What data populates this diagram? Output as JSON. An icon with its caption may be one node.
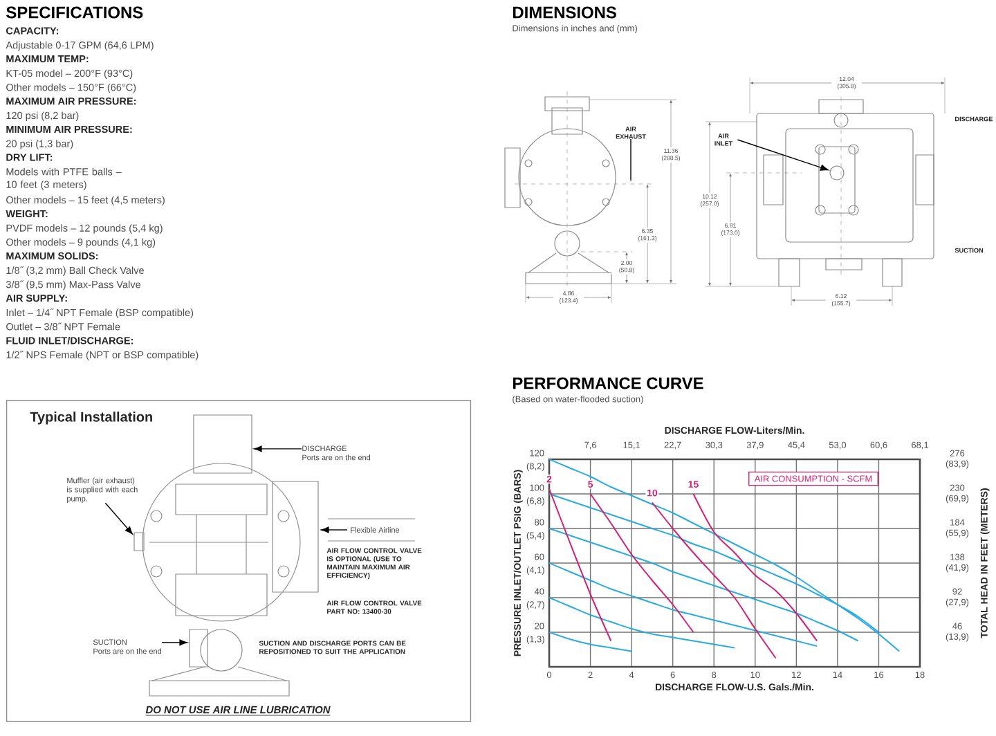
{
  "diagram": {
    "nodes": [
      {
        "text": [
          "Typical Installation"
        ]
      },
      {
        "text": [
          "DISCHARGE",
          "Ports are on the end"
        ],
        "in": 0
      },
      {
        "text": [],
        "shape": "box",
        "in": 0
      },
      {
        "text": [
          "Muffler (air exhaust) is supplied with each pump."
        ],
        "in": 0
      },
      {
        "text": [],
        "shape": "box",
        "in": 0
      },
      {
        "text": [
          "Flexible Airline"
        ],
        "in": 0
      },
      {
        "text": [],
        "shape": "box",
        "in": 0
      },
      {
        "text": [
          "SUCTION",
          "Ports are on the end"
        ],
        "in": 0
      },
      {
        "text": [],
        "shape": "box",
        "in": 0
      },
      {
        "text": [
          "AIR EXHAUST"
        ]
      },
      {
        "text": [
          "AIR INLET"
        ]
      },
      {
        "text": [],
        "shape": "circle"
      }
    ],
    "edges": [
      {
        "from": 1,
        "to": 2,
        "arrow": "to"
      },
      {
        "from": 3,
        "to": 4,
        "arrow": "to"
      },
      {
        "from": 5,
        "to": 6,
        "arrow": "to"
      },
      {
        "from": 7,
        "to": 8,
        "arrow": "to"
      },
      {
        "from": 9,
        "to": null,
        "arrow": "none"
      },
      {
        "from": 10,
        "to": 11,
        "arrow": "to"
      }
    ],
    "labels": [
      "SPECIFICATIONS",
      "CAPACITY:",
      "Adjustable 0-17 GPM (64,6 LPM)",
      "MAXIMUM TEMP:",
      "KT-05 model – 200°F (93°C)",
      "Other models – 150°F (66°C)",
      "MAXIMUM AIR PRESSURE:",
      "120 psi (8,2 bar)",
      "MINIMUM AIR PRESSURE:",
      "20 psi (1,3 bar)",
      "DRY LIFT:",
      "Models with PTFE balls – 10 feet (3 meters)",
      "Other models – 15 feet (4,5 meters)",
      "WEIGHT:",
      "PVDF models – 12 pounds (5,4 kg)",
      "Other models – 9 pounds (4,1 kg)",
      "MAXIMUM SOLIDS:",
      "1/8˝ (3,2 mm) Ball Check Valve",
      "3/8˝ (9,5 mm) Max-Pass Valve",
      "AIR SUPPLY:",
      "Inlet – 1/4˝ NPT Female (BSP compatible)",
      "Outlet – 3/8˝ NPT Female",
      "FLUID INLET/DISCHARGE:",
      "1/2˝ NPS Female (NPT or BSP compatible)",
      "DIMENSIONS",
      "Dimensions in inches and (mm)",
      "12.04 (305.8)",
      "11.36 (288.5)",
      "6.35 (161.3)",
      "2.00 (50.8)",
      "4.86 (123.4)",
      "10.12 (257.0)",
      "6.81 (173.0)",
      "6.12 (155.7)",
      "DISCHARGE",
      "SUCTION",
      "PERFORMANCE CURVE",
      "(Based on water-flooded suction)",
      "DISCHARGE FLOW-Liters/Min.",
      "7,6",
      "15,1",
      "22,7",
      "30,3",
      "37,9",
      "45,4",
      "53,0",
      "60,6",
      "68,1",
      "TOTAL HEAD IN FEET (METERS)",
      "276 (83,9)",
      "230 (69,9)",
      "184 (55,9)",
      "138 (41,9)",
      "92 (27,9)",
      "46 (13,9)",
      "AIR CONSUMPTION - SCFM",
      "AIR FLOW CONTROL VALVE IS OPTIONAL (USE TO MAINTAIN MAXIMUM AIR EFFICIENCY)",
      "AIR FLOW CONTROL VALVE PART NO: 13400-30",
      "SUCTION AND DISCHARGE PORTS CAN BE REPOSITIONED TO SUIT THE APPLICATION",
      "DO NOT USE AIR LINE LUBRICATION",
      "(8,2)",
      "(6,8)",
      "(5,4)",
      "(4,1)",
      "(2,7)",
      "(1,3)"
    ],
    "chart_data": {
      "type": "line",
      "xlabel": "DISCHARGE FLOW-U.S. Gals./Min.",
      "ylabel": "PRESSURE INLET/OUTLET PSIG (BARS)",
      "x": [
        0,
        1,
        2,
        3,
        4,
        5,
        6,
        7,
        8,
        9,
        10,
        11,
        12,
        13,
        14,
        15,
        16,
        17
      ],
      "series": [
        {
          "color": "#29abe2",
          "values": [
            120,
            115,
            110,
            104,
            99,
            94,
            89,
            83,
            77,
            71,
            65,
            59,
            52,
            44,
            36,
            28,
            19,
            9
          ]
        },
        {
          "color": "#29abe2",
          "values": [
            100,
            96,
            92,
            88,
            84,
            80,
            76,
            71,
            67,
            62,
            58,
            53,
            48,
            42,
            36,
            29,
            20,
            null
          ]
        },
        {
          "color": "#29abe2",
          "values": [
            80,
            76,
            72,
            68,
            64,
            60,
            55,
            51,
            47,
            43,
            39,
            35,
            31,
            26,
            21,
            15,
            null,
            null
          ]
        },
        {
          "color": "#29abe2",
          "values": [
            60,
            55,
            50,
            45,
            41,
            37,
            33,
            30,
            27,
            24,
            21,
            18,
            15,
            12,
            null,
            null,
            null,
            null
          ]
        },
        {
          "color": "#29abe2",
          "values": [
            40,
            35,
            30,
            26,
            22,
            19,
            17,
            15,
            13,
            11,
            null,
            null,
            null,
            null,
            null,
            null,
            null,
            null
          ]
        },
        {
          "color": "#29abe2",
          "values": [
            20,
            16,
            13,
            11,
            9,
            null,
            null,
            null,
            null,
            null,
            null,
            null,
            null,
            null,
            null,
            null,
            null,
            null
          ]
        },
        {
          "name": "2",
          "color": "#d6206f",
          "values": [
            103,
            72,
            42,
            15,
            null,
            null,
            null,
            null,
            null,
            null,
            null,
            null,
            null,
            null,
            null,
            null,
            null,
            null
          ]
        },
        {
          "name": "5",
          "color": "#d6206f",
          "values": [
            null,
            null,
            100,
            83,
            65,
            50,
            36,
            20,
            null,
            null,
            null,
            null,
            null,
            null,
            null,
            null,
            null,
            null
          ]
        },
        {
          "name": "10",
          "color": "#d6206f",
          "values": [
            null,
            null,
            null,
            null,
            null,
            95,
            80,
            66,
            53,
            40,
            22,
            5,
            null,
            null,
            null,
            null,
            null,
            null
          ]
        },
        {
          "name": "15",
          "color": "#d6206f",
          "values": [
            null,
            null,
            null,
            null,
            null,
            null,
            null,
            100,
            78,
            66,
            53,
            44,
            31,
            15,
            null,
            null,
            null,
            null
          ]
        }
      ],
      "xlim": [
        0,
        18
      ],
      "ylim": [
        0,
        120
      ],
      "xticks": [
        0,
        2,
        4,
        6,
        8,
        10,
        12,
        14,
        16,
        18
      ],
      "yticks": [
        20,
        40,
        60,
        80,
        100,
        120
      ],
      "grid": true
    }
  }
}
